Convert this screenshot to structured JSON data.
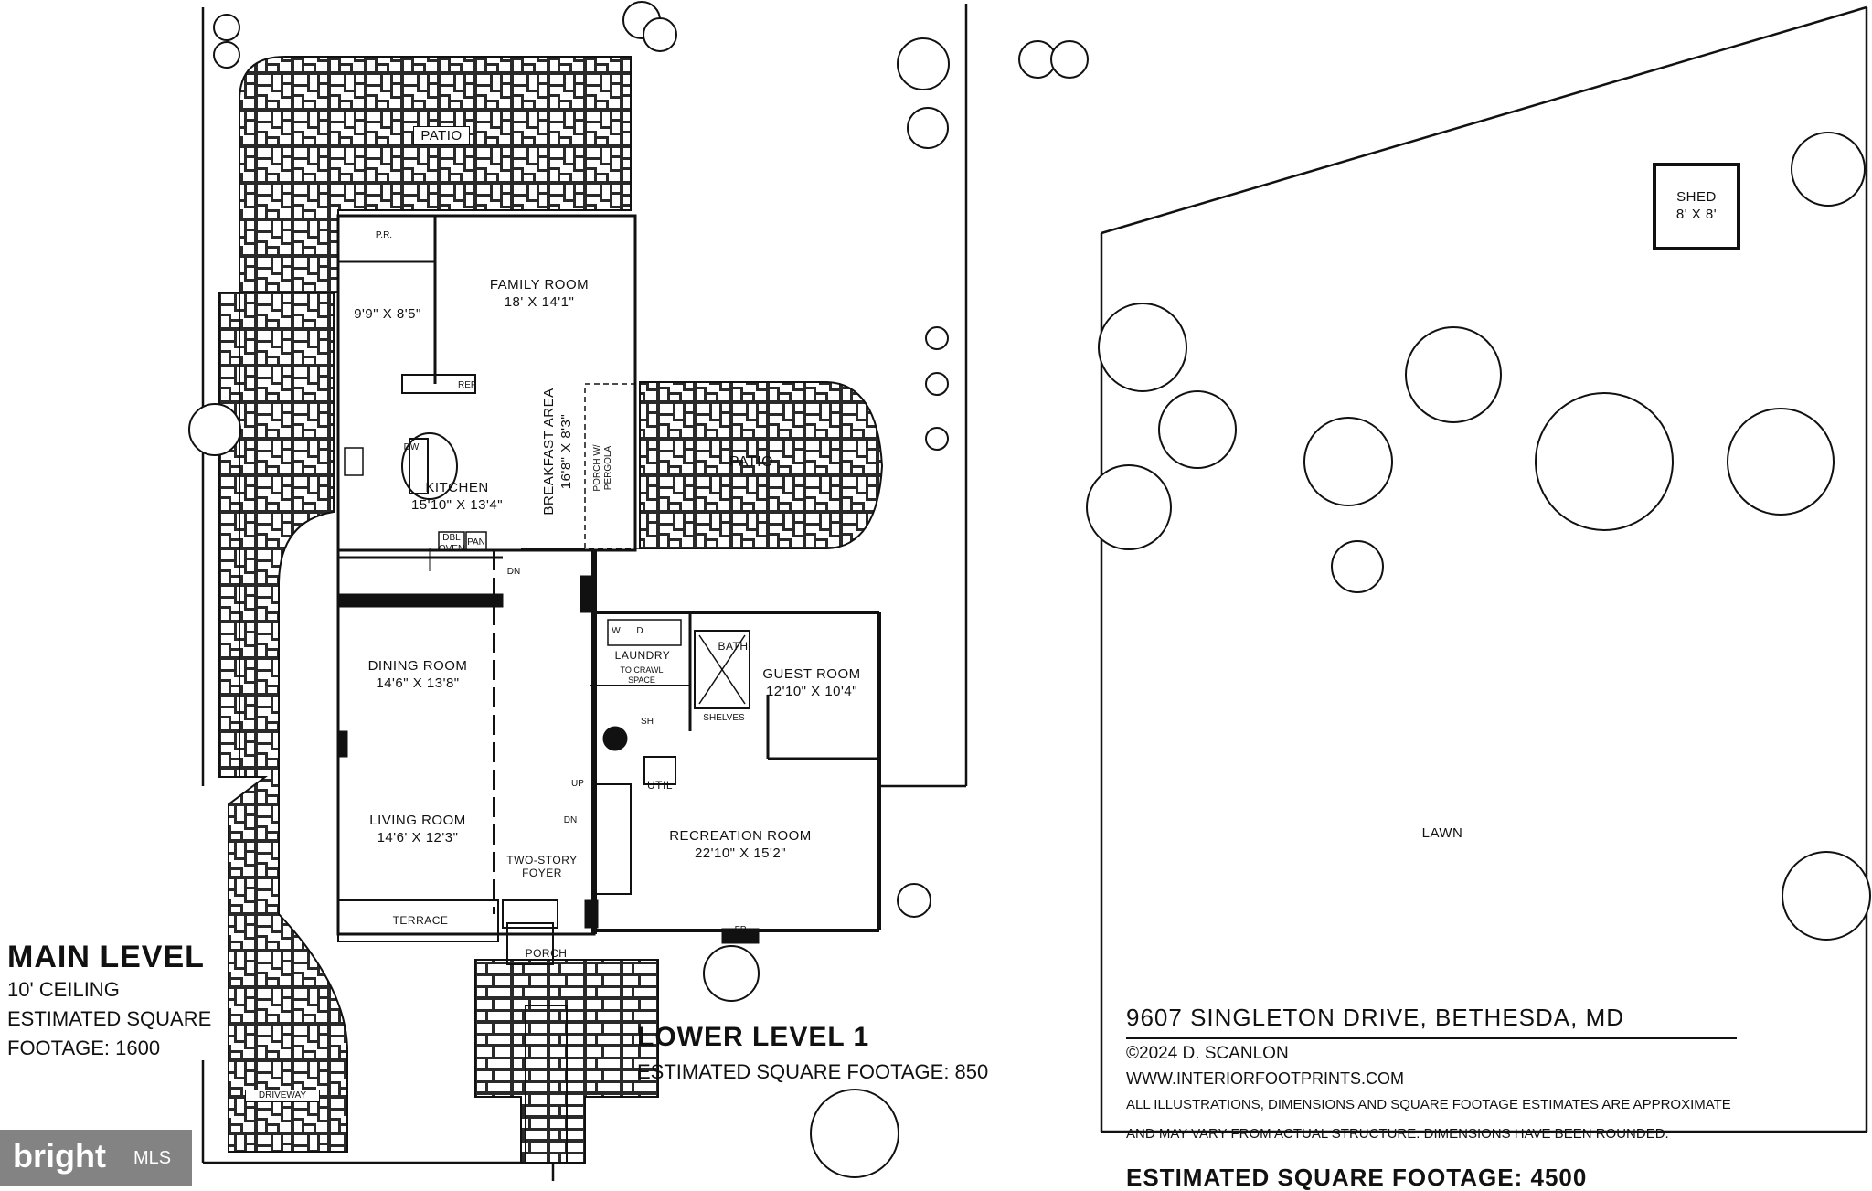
{
  "main_level": {
    "title": "MAIN LEVEL",
    "ceiling": "10' CEILING",
    "sqft_line1": "ESTIMATED SQUARE",
    "sqft_line2": "FOOTAGE: 1600"
  },
  "lower_level": {
    "title": "LOWER LEVEL 1",
    "sqft": "ESTIMATED SQUARE FOOTAGE: 850"
  },
  "property": {
    "address": "9607 SINGLETON DRIVE, BETHESDA, MD",
    "copyright": "©2024 D. SCANLON",
    "website": "WWW.INTERIORFOOTPRINTS.COM",
    "disclaimer_1": "ALL ILLUSTRATIONS, DIMENSIONS AND SQUARE FOOTAGE ESTIMATES ARE APPROXIMATE",
    "disclaimer_2": "AND MAY VARY FROM ACTUAL STRUCTURE. DIMENSIONS HAVE BEEN ROUNDED.",
    "total_sqft": "ESTIMATED SQUARE FOOTAGE: 4500"
  },
  "rooms": {
    "patio_top": "PATIO",
    "powder_room": "P.R.",
    "pr_dims": "9'9\" X 8'5\"",
    "family_room": "FAMILY ROOM",
    "family_room_dims": "18' X 14'1\"",
    "ref": "REF",
    "dw": "DW",
    "kitchen": "KITCHEN",
    "kitchen_dims": "15'10\" X 13'4\"",
    "dbl_oven": "DBL OVEN",
    "pan": "PAN",
    "breakfast_area": "BREAKFAST AREA",
    "breakfast_dims": "16'8\" X 8'3\"",
    "porch_pergola": "PORCH W/ PERGOLA",
    "patio_right": "PATIO",
    "dn_stair": "DN",
    "dining_room": "DINING ROOM",
    "dining_dims": "14'6\" X 13'8\"",
    "living_room": "LIVING ROOM",
    "living_dims": "14'6' X 12'3\"",
    "foyer": "TWO-STORY FOYER",
    "terrace": "TERRACE",
    "porch": "PORCH",
    "driveway": "DRIVEWAY",
    "w": "W",
    "d": "D",
    "laundry": "LAUNDRY",
    "crawl": "TO CRAWL SPACE",
    "bath": "BATH",
    "shelves": "SHELVES",
    "sh": "SH",
    "guest_room": "GUEST ROOM",
    "guest_dims": "12'10\" X 10'4\"",
    "util": "UTIL",
    "up": "UP",
    "dn_lower": "DN",
    "recreation_room": "RECREATION ROOM",
    "recreation_dims": "22'10\" X 15'2\"",
    "fp": "FP",
    "shed": "SHED",
    "shed_dims": "8' X 8'",
    "lawn": "LAWN"
  },
  "branding": {
    "logo_text": "bright",
    "logo_suffix": "MLS"
  },
  "colors": {
    "ink": "#111111",
    "paper": "#ffffff",
    "logo_bg": "#6e6e6e"
  }
}
